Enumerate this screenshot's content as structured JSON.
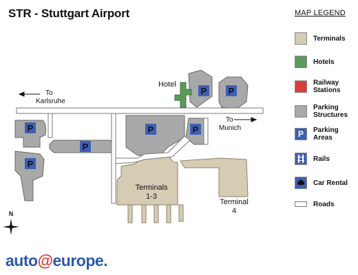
{
  "title": "STR - Stuttgart Airport",
  "legend": {
    "title": "MAP LEGEND",
    "items": [
      {
        "key": "terminals",
        "label": "Terminals",
        "color": "#d6cbb3"
      },
      {
        "key": "hotels",
        "label": "Hotels",
        "color": "#5a9a5a"
      },
      {
        "key": "railway",
        "label": "Railway Stations",
        "color": "#d8403a"
      },
      {
        "key": "parking-structures",
        "label": "Parking Structures",
        "color": "#a9a9a9"
      },
      {
        "key": "parking-areas",
        "label": "Parking Areas",
        "color": "#3f5fb3"
      },
      {
        "key": "rails",
        "label": "Rails",
        "color": "#3f5fb3"
      },
      {
        "key": "car-rental",
        "label": "Car Rental",
        "color": "#3f5fb3"
      },
      {
        "key": "roads",
        "label": "Roads",
        "color": "#ffffff"
      }
    ]
  },
  "map_labels": {
    "to_karlsruhe": [
      "To",
      "Karlsruhe"
    ],
    "to_munich": [
      "To",
      "Munich"
    ],
    "hotel": "Hotel",
    "terminals_1_3": [
      "Terminals",
      "1-3"
    ],
    "terminal_4": [
      "Terminal",
      "4"
    ],
    "parking_symbol": "P",
    "compass_north": "N"
  },
  "logo": {
    "part1": "auto",
    "part2": "europe",
    "suffix": "."
  }
}
